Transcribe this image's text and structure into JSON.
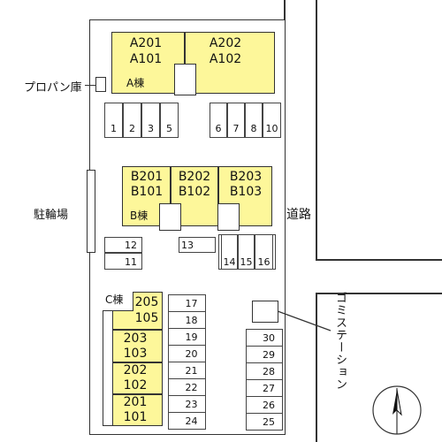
{
  "buildings": {
    "a": {
      "label": "A棟",
      "units": [
        {
          "top": "A201",
          "bottom": "A101"
        },
        {
          "top": "A202",
          "bottom": "A102"
        }
      ]
    },
    "b": {
      "label": "B棟",
      "units": [
        {
          "top": "B201",
          "bottom": "B101"
        },
        {
          "top": "B202",
          "bottom": "B102"
        },
        {
          "top": "B203",
          "bottom": "B103"
        }
      ]
    },
    "c": {
      "label": "C棟",
      "units": [
        {
          "top": "205",
          "bottom": "105"
        },
        {
          "top": "203",
          "bottom": "103"
        },
        {
          "top": "202",
          "bottom": "102"
        },
        {
          "top": "201",
          "bottom": "101"
        }
      ]
    }
  },
  "parking": {
    "row_a_left": [
      "1",
      "2",
      "3",
      "5"
    ],
    "row_a_right": [
      "6",
      "7",
      "8",
      "10"
    ],
    "b_left": [
      "12",
      "11"
    ],
    "b_mid": "13",
    "b_right": [
      "14",
      "15",
      "16"
    ],
    "c_col": [
      "17",
      "18",
      "19",
      "20",
      "21",
      "22",
      "23",
      "24"
    ],
    "right_col": [
      "30",
      "29",
      "28",
      "27",
      "26",
      "25"
    ]
  },
  "labels": {
    "propane": "プロパン庫",
    "bicycle": "駐輪場",
    "road": "道路",
    "garbage": "ゴミステーション"
  },
  "colors": {
    "building_fill": "#fdf79a",
    "outline": "#333333"
  },
  "icons": {
    "north": "north-arrow-icon"
  }
}
